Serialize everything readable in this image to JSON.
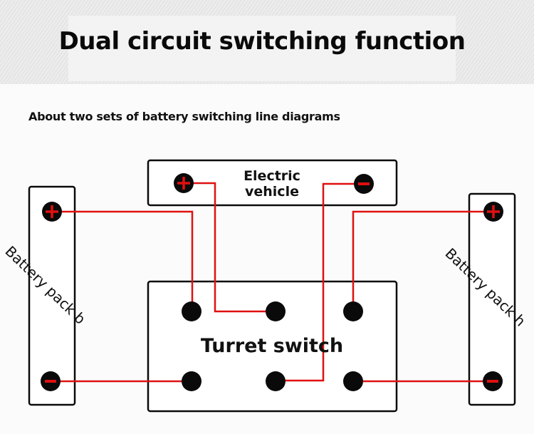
{
  "header": {
    "title": "Dual circuit switching function"
  },
  "subtitle": "About two sets of battery switching line diagrams",
  "colors": {
    "wire": "#e01010",
    "terminal": "#0a0a0a",
    "outline": "#0a0a0a",
    "symbol": "#e01010"
  },
  "components": {
    "electric_vehicle": {
      "label_line1": "Electric",
      "label_line2": "vehicle",
      "terminals": [
        {
          "id": "ev-pos",
          "polarity": "+"
        },
        {
          "id": "ev-neg",
          "polarity": "-"
        }
      ]
    },
    "battery_left": {
      "label": "Battery pack b",
      "terminals": [
        {
          "id": "bl-pos",
          "polarity": "+"
        },
        {
          "id": "bl-neg",
          "polarity": "-"
        }
      ]
    },
    "battery_right": {
      "label": "Battery pack h",
      "terminals": [
        {
          "id": "br-pos",
          "polarity": "+"
        },
        {
          "id": "br-neg",
          "polarity": "-"
        }
      ]
    },
    "turret_switch": {
      "label": "Turret switch",
      "contacts": [
        "top-left",
        "top-center",
        "top-right",
        "bottom-left",
        "bottom-center",
        "bottom-right"
      ]
    }
  },
  "connections": [
    {
      "from": "Battery pack b +",
      "to": "Turret switch top-left"
    },
    {
      "from": "Electric vehicle +",
      "to": "Turret switch top-center"
    },
    {
      "from": "Electric vehicle -",
      "to": "Turret switch bottom-center"
    },
    {
      "from": "Battery pack h +",
      "to": "Turret switch top-right"
    },
    {
      "from": "Battery pack b -",
      "to": "Turret switch bottom-left"
    },
    {
      "from": "Battery pack h -",
      "to": "Turret switch bottom-right"
    }
  ]
}
